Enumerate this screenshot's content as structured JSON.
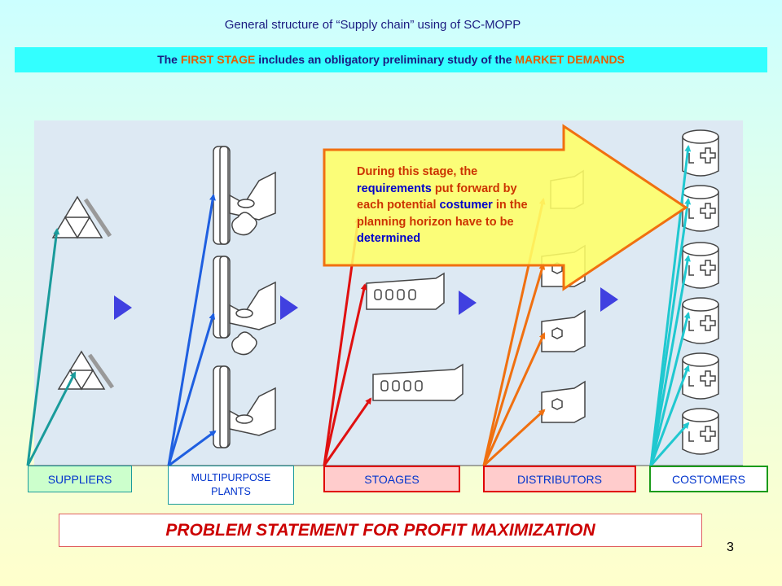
{
  "title": "General structure of “Supply chain”  using of SC-MOPP",
  "banner": {
    "part1": "The ",
    "part2": "FIRST STAGE",
    "part3": " includes an obligatory preliminary study of the ",
    "part4": "MARKET DEMANDS"
  },
  "callout": {
    "t1": "During this stage, the",
    "t2": "requirements",
    "t3": " put forward by",
    "t4": "each potential ",
    "t5": "costumer",
    "t6": " in the",
    "t7": "planning horizon have to be",
    "t8": "determined"
  },
  "boxes": {
    "suppliers": "SUPPLIERS",
    "plants_line1": "MULTIPURPOSE",
    "plants_line2": "PLANTS",
    "storages": "STOAGES",
    "distributors": "DISTRIBUTORS",
    "customers": "COSTOMERS"
  },
  "problem_statement": "PROBLEM STATEMENT FOR PROFIT MAXIMIZATION",
  "page_number": "3",
  "colors": {
    "suppliers_arrows": "#1a9b9b",
    "plants_arrows": "#1f5fe0",
    "storages_arrows": "#e01010",
    "distributors_arrows": "#f07010",
    "customers_arrows": "#20c8d0",
    "flow_triangles": "#4040e0",
    "callout_fill": "#ffff66",
    "callout_border": "#f07010"
  }
}
